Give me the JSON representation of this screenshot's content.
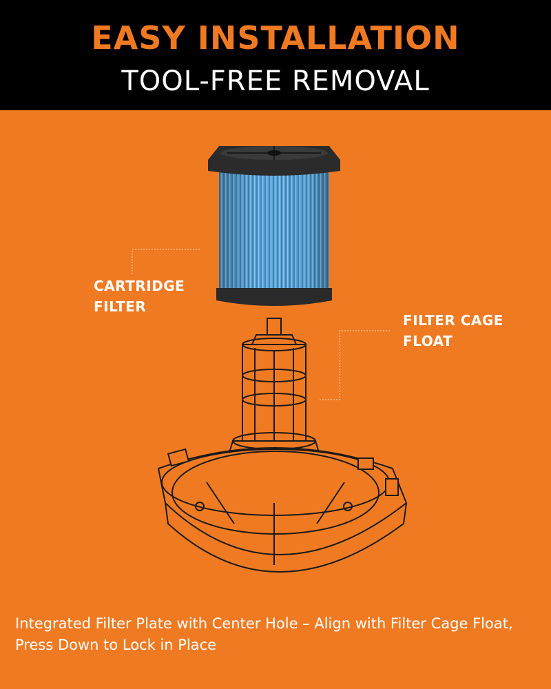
{
  "header": {
    "title": "EASY INSTALLATION",
    "subtitle": "TOOL-FREE REMOVAL"
  },
  "callouts": {
    "cartridge_filter": [
      "CARTRIDGE",
      "FILTER"
    ],
    "filter_cage_float": [
      "FILTER CAGE",
      "FLOAT"
    ]
  },
  "caption": "Integrated Filter Plate with Center Hole – Align with Filter Cage Float, Press Down to Lock in Place",
  "colors": {
    "background": "#f07a22",
    "header_bg": "#000000",
    "title": "#f07a22",
    "text": "#ffffff",
    "filter_blue": "#5fa8d8",
    "filter_cap": "#2a2a2a"
  }
}
